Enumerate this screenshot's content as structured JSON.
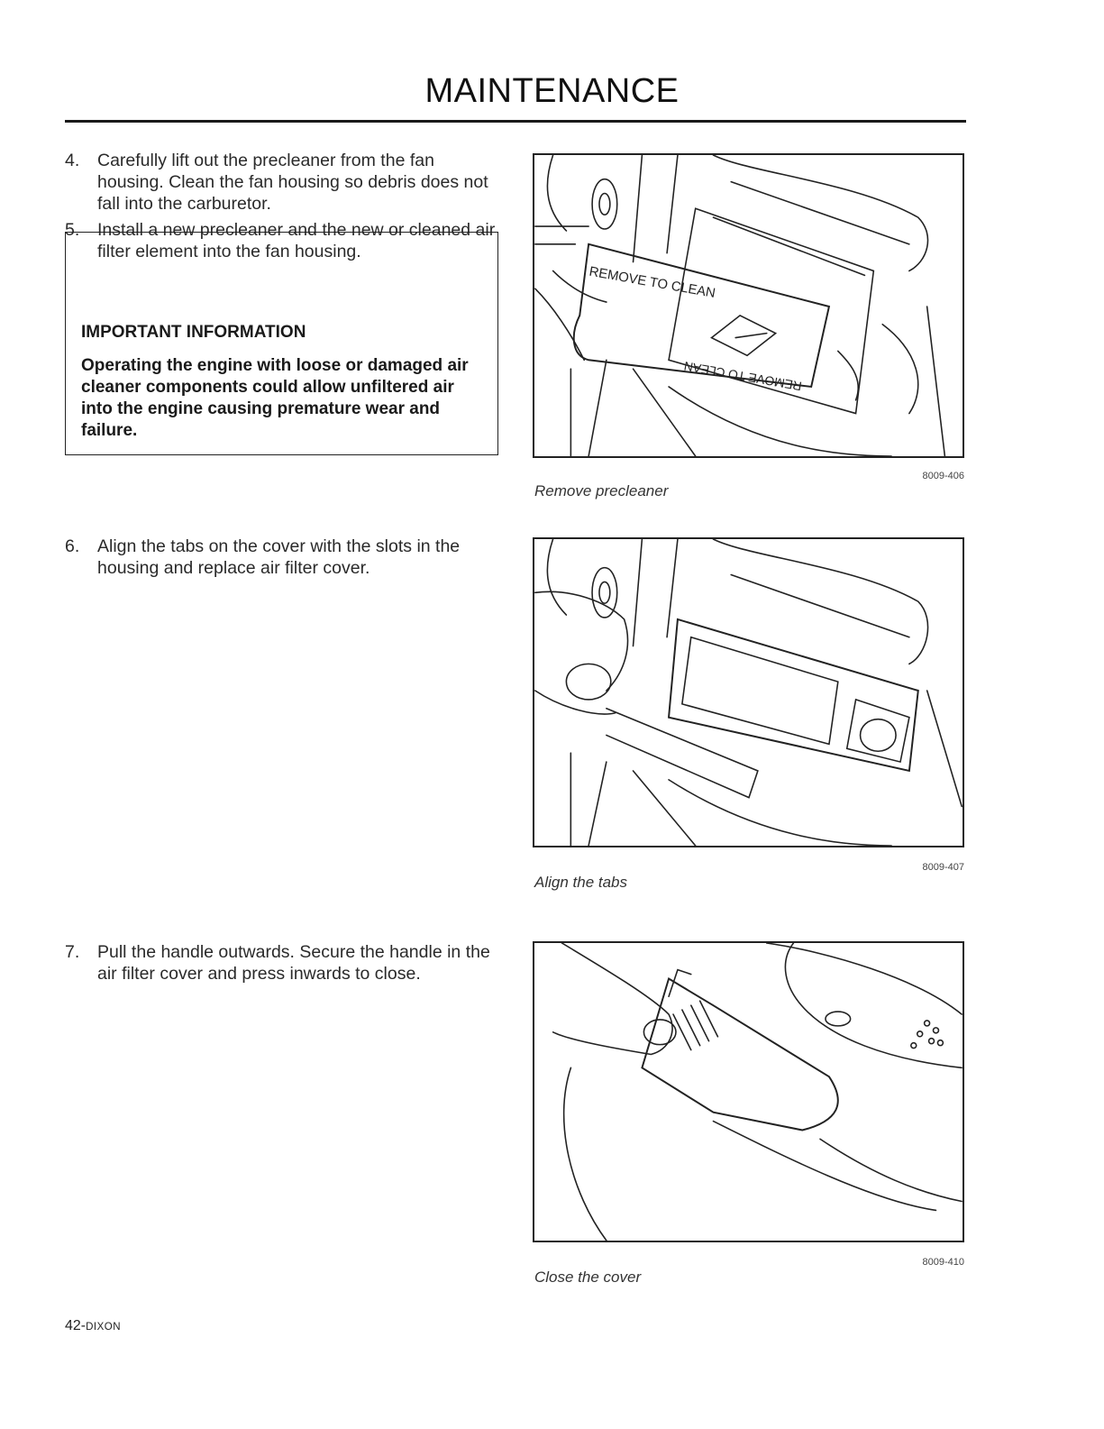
{
  "page": {
    "title": "MAINTENANCE",
    "footer_page": "42-",
    "footer_brand": "DIXON"
  },
  "steps": [
    {
      "num": "4.",
      "text": "Carefully lift out the precleaner from the fan housing. Clean the fan housing so debris does not fall into the carburetor."
    },
    {
      "num": "5.",
      "text": "Install a new precleaner and the new or cleaned air filter element into the fan housing."
    },
    {
      "num": "6.",
      "text": "Align the tabs on the cover with the slots in the housing and replace air filter cover."
    },
    {
      "num": "7.",
      "text": "Pull the handle outwards. Secure the handle in the air filter cover and press inwards to close."
    }
  ],
  "notice": {
    "heading": "IMPORTANT INFORMATION",
    "body": "Operating the engine with loose or damaged air cleaner components could allow unfiltered air into the engine causing premature wear and failure."
  },
  "figures": [
    {
      "code": "8009-406",
      "caption": "Remove precleaner",
      "label_front": "REMOVE TO CLEAN",
      "label_back": "REMOVE TO CLEAN",
      "icon": "precleaner-illustration"
    },
    {
      "code": "8009-407",
      "caption": "Align the tabs",
      "icon": "filter-cover-illustration"
    },
    {
      "code": "8009-410",
      "caption": "Close the cover",
      "icon": "cover-handle-illustration"
    }
  ]
}
